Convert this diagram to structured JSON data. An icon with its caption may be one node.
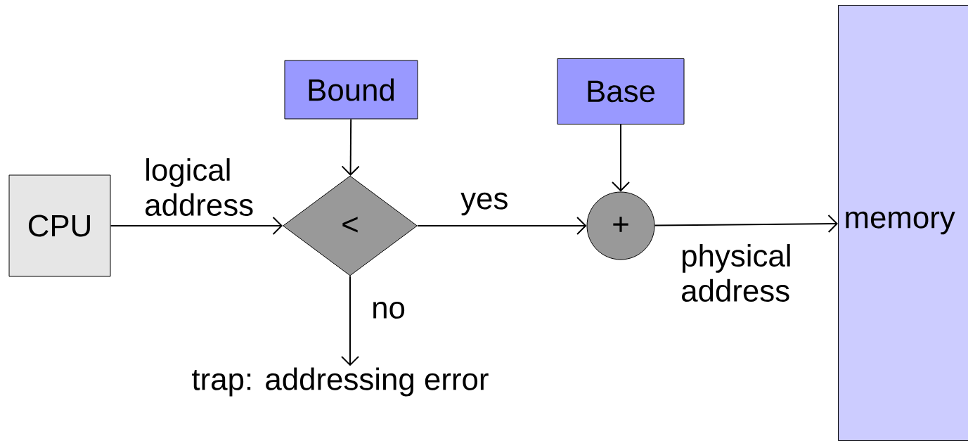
{
  "diagram": {
    "nodes": [
      {
        "text": [
          "CPU"
        ]
      },
      {
        "text": [
          "Bound"
        ]
      },
      {
        "text": [
          "<"
        ]
      },
      {
        "text": [
          "Base"
        ]
      },
      {
        "text": [
          "+"
        ]
      },
      {
        "text": [
          "memory"
        ]
      },
      {
        "text": [
          "trap: addressing error"
        ]
      }
    ],
    "edges": [
      {
        "from": 0,
        "to": 2,
        "arrow": "to",
        "label": "logical address"
      },
      {
        "from": 1,
        "to": 2,
        "arrow": "to"
      },
      {
        "from": 2,
        "to": 4,
        "arrow": "to",
        "label": "yes"
      },
      {
        "from": 3,
        "to": 4,
        "arrow": "to"
      },
      {
        "from": 2,
        "to": 6,
        "arrow": "to",
        "label": "no"
      },
      {
        "from": 4,
        "to": 5,
        "arrow": "to",
        "label": "physical address"
      }
    ]
  }
}
